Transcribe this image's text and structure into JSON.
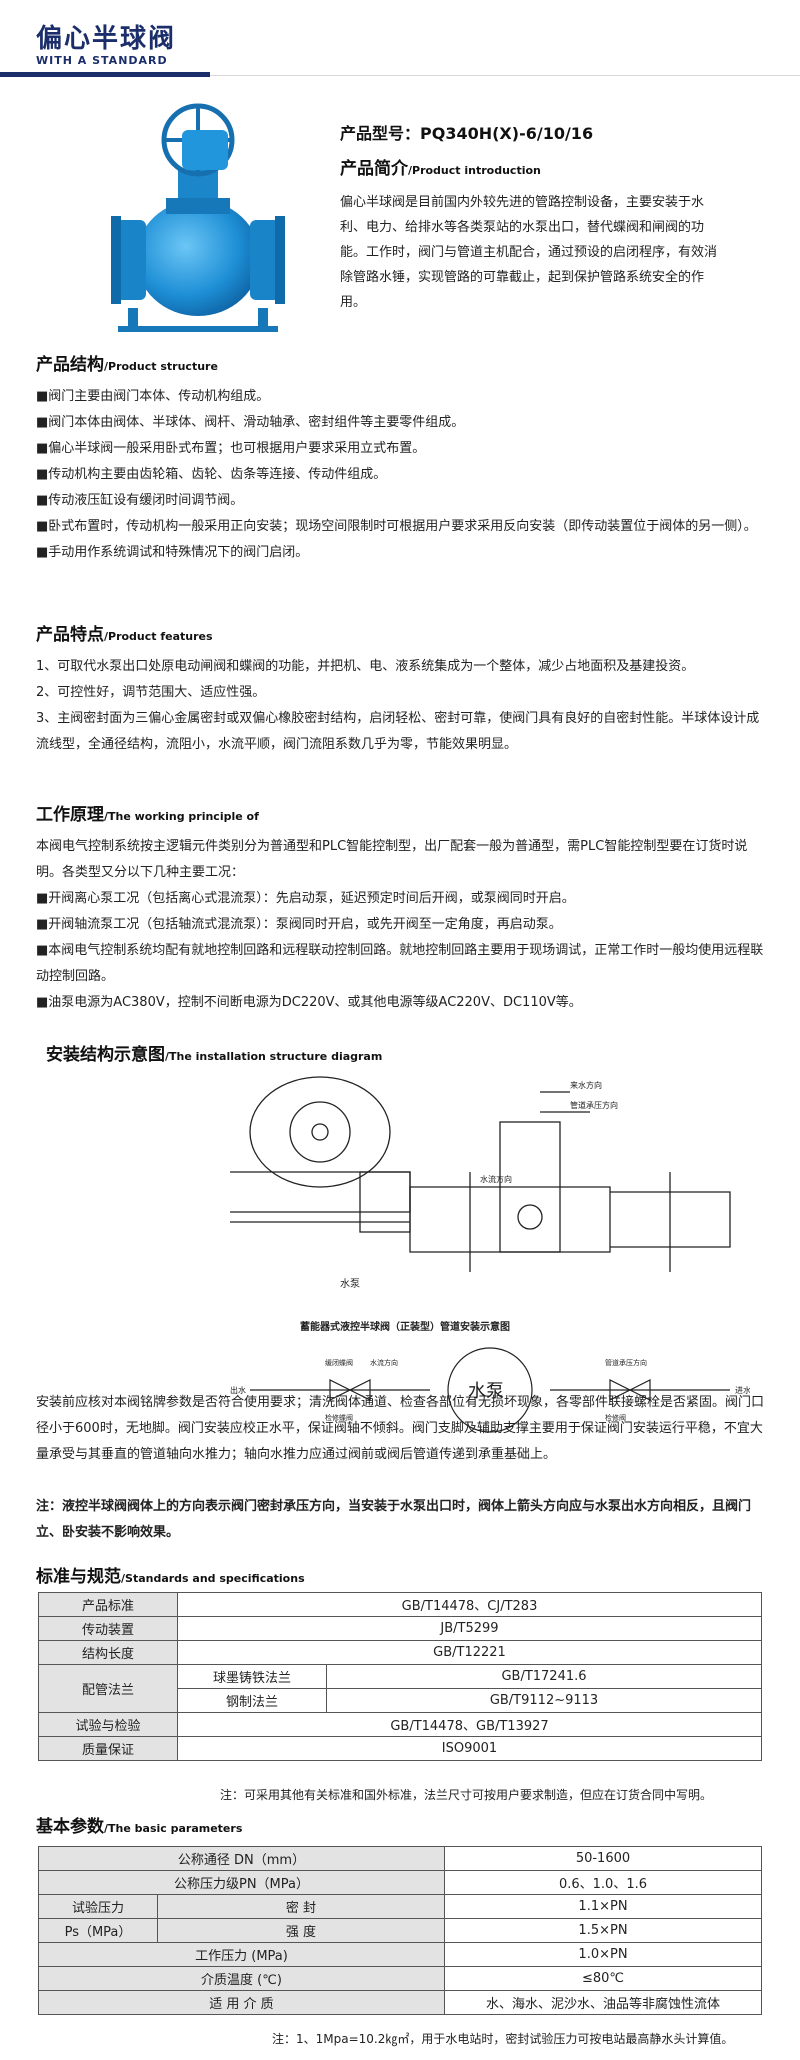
{
  "header": {
    "title": "偏心半球阀",
    "subtitle": "WITH A STANDARD"
  },
  "product": {
    "model": "产品型号：PQ340H(X)-6/10/16",
    "intro_title": "产品简介",
    "intro_title_en": "/Product introduction",
    "intro_text": "偏心半球阀是目前国内外较先进的管路控制设备，主要安装于水利、电力、给排水等各类泵站的水泵出口，替代蝶阀和闸阀的功能。工作时，阀门与管道主机配合，通过预设的启闭程序，有效消除管路水锤，实现管路的可靠截止，起到保护管路系统安全的作用。"
  },
  "structure": {
    "title": "产品结构",
    "title_en": "/Product structure",
    "items": [
      "■阀门主要由阀门本体、传动机构组成。",
      "■阀门本体由阀体、半球体、阀杆、滑动轴承、密封组件等主要零件组成。",
      "■偏心半球阀一般采用卧式布置；也可根据用户要求采用立式布置。",
      "■传动机构主要由齿轮箱、齿轮、齿条等连接、传动件组成。",
      "■传动液压缸设有缓闭时间调节阀。",
      "■卧式布置时，传动机构一般采用正向安装；现场空间限制时可根据用户要求采用反向安装（即传动装置位于阀体的另一侧）。",
      "■手动用作系统调试和特殊情况下的阀门启闭。"
    ]
  },
  "features": {
    "title": "产品特点",
    "title_en": "/Product features",
    "items": [
      "1、可取代水泵出口处原电动闸阀和蝶阀的功能，并把机、电、液系统集成为一个整体，减少占地面积及基建投资。",
      "2、可控性好，调节范围大、适应性强。",
      "3、主阀密封面为三偏心金属密封或双偏心橡胶密封结构，启闭轻松、密封可靠，使阀门具有良好的自密封性能。半球体设计成流线型，全通径结构，流阻小，水流平顺，阀门流阻系数几乎为零，节能效果明显。"
    ]
  },
  "principle": {
    "title": "工作原理",
    "title_en": "/The working principle of",
    "items": [
      "本阀电气控制系统按主逻辑元件类别分为普通型和PLC智能控制型，出厂配套一般为普通型，需PLC智能控制型要在订货时说明。各类型又分以下几种主要工况：",
      "■开阀离心泵工况（包括离心式混流泵）：先启动泵，延迟预定时间后开阀，或泵阀同时开启。",
      "■开阀轴流泵工况（包括轴流式混流泵）：泵阀同时开启，或先开阀至一定角度，再启动泵。",
      "■本阀电气控制系统均配有就地控制回路和远程联动控制回路。就地控制回路主要用于现场调试，正常工作时一般均使用远程联动控制回路。",
      "■油泵电源为AC380V，控制不间断电源为DC220V、或其他电源等级AC220V、DC110V等。"
    ]
  },
  "install": {
    "title": "安装结构示意图",
    "title_en": "/The installation structure diagram",
    "caption": "蓄能器式液控半球阀（正装型）管道安装示意图",
    "labels": {
      "pump": "水泵",
      "pump2": "水泵",
      "inlet": "出水",
      "outlet": "进水",
      "l1": "缓闭蝶阀",
      "l2": "检修蝶阀",
      "l3": "水流方向",
      "l4": "管道承压方向",
      "l5": "检修阀",
      "l6": "管道承压方向",
      "l7": "水流方向",
      "l8": "来水方向"
    },
    "text": "安装前应核对本阀铭牌参数是否符合使用要求；清洗阀体通道、检查各部位有无损坏现象，各零部件联接螺栓是否紧固。阀门口径小于600时，无地脚。阀门安装应校正水平，保证阀轴不倾斜。阀门支脚及辅助支撑主要用于保证阀门安装运行平稳，不宜大量承受与其垂直的管道轴向水推力；轴向水推力应通过阀前或阀后管道传递到承重基础上。",
    "note": "注：液控半球阀阀体上的方向表示阀门密封承压方向，当安装于水泵出口时，阀体上箭头方向应与水泵出水方向相反，且阀门立、卧安装不影响效果。"
  },
  "standards": {
    "title": "标准与规范",
    "title_en": "/Standards and specifications",
    "rows": [
      {
        "label": "产品标准",
        "value": "GB/T14478、CJ/T283"
      },
      {
        "label": "传动装置",
        "value": "JB/T5299"
      },
      {
        "label": "结构长度",
        "value": "GB/T12221"
      },
      {
        "label": "配管法兰",
        "sub1": "球墨铸铁法兰",
        "v1": "GB/T17241.6",
        "sub2": "钢制法兰",
        "v2": "GB/T9112~9113"
      },
      {
        "label": "试验与检验",
        "value": "GB/T14478、GB/T13927"
      },
      {
        "label": "质量保证",
        "value": "ISO9001"
      }
    ],
    "note": "注：可采用其他有关标准和国外标准，法兰尺寸可按用户要求制造，但应在订货合同中写明。"
  },
  "params": {
    "title": "基本参数",
    "title_en": "/The basic parameters",
    "rows": [
      {
        "label": "公称通径  DN（mm）",
        "value": "50-1600"
      },
      {
        "label": "公称压力级PN（MPa）",
        "value": "0.6、1.0、1.6"
      },
      {
        "label": "工作压力   (MPa)",
        "value": "1.0×PN"
      },
      {
        "label": "介质温度  (℃)",
        "value": "≤80℃"
      },
      {
        "label": "适 用 介 质",
        "value": "水、海水、泥沙水、油品等非腐蚀性流体"
      }
    ],
    "test": {
      "label1": "试验压力",
      "label2": "Ps（MPa）",
      "seal": "密    封",
      "seal_v": "1.1×PN",
      "strength": "强    度",
      "strength_v": "1.5×PN"
    },
    "note": "注：1、1Mpa=10.2㎏㎡，用于水电站时，密封试验压力可按电站最高静水头计算值。"
  },
  "colors": {
    "brand": "#1b2e6b",
    "valve": "#1e8fd6",
    "label_bg": "#e3e3e3"
  }
}
